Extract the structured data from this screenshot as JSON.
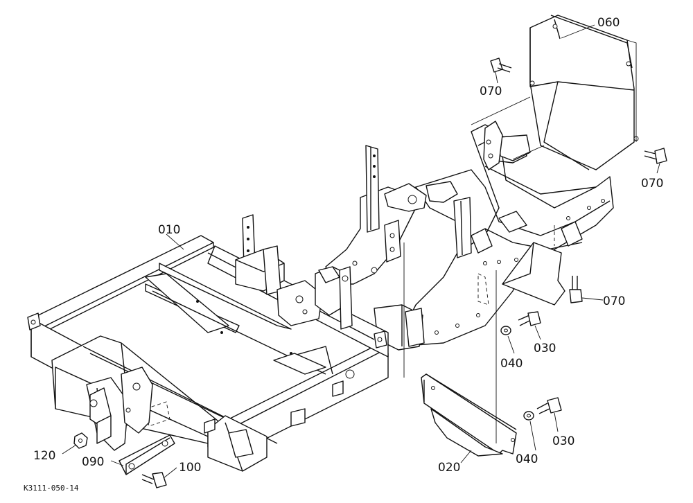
{
  "drawing_code": "K3111-050-14",
  "callouts": [
    {
      "id": "060",
      "label": "060"
    },
    {
      "id": "070a",
      "label": "070"
    },
    {
      "id": "070b",
      "label": "070"
    },
    {
      "id": "070c",
      "label": "070"
    },
    {
      "id": "010",
      "label": "010"
    },
    {
      "id": "030a",
      "label": "030"
    },
    {
      "id": "040a",
      "label": "040"
    },
    {
      "id": "030b",
      "label": "030"
    },
    {
      "id": "040b",
      "label": "040"
    },
    {
      "id": "020",
      "label": "020"
    },
    {
      "id": "120",
      "label": "120"
    },
    {
      "id": "090",
      "label": "090"
    },
    {
      "id": "100",
      "label": "100"
    }
  ]
}
